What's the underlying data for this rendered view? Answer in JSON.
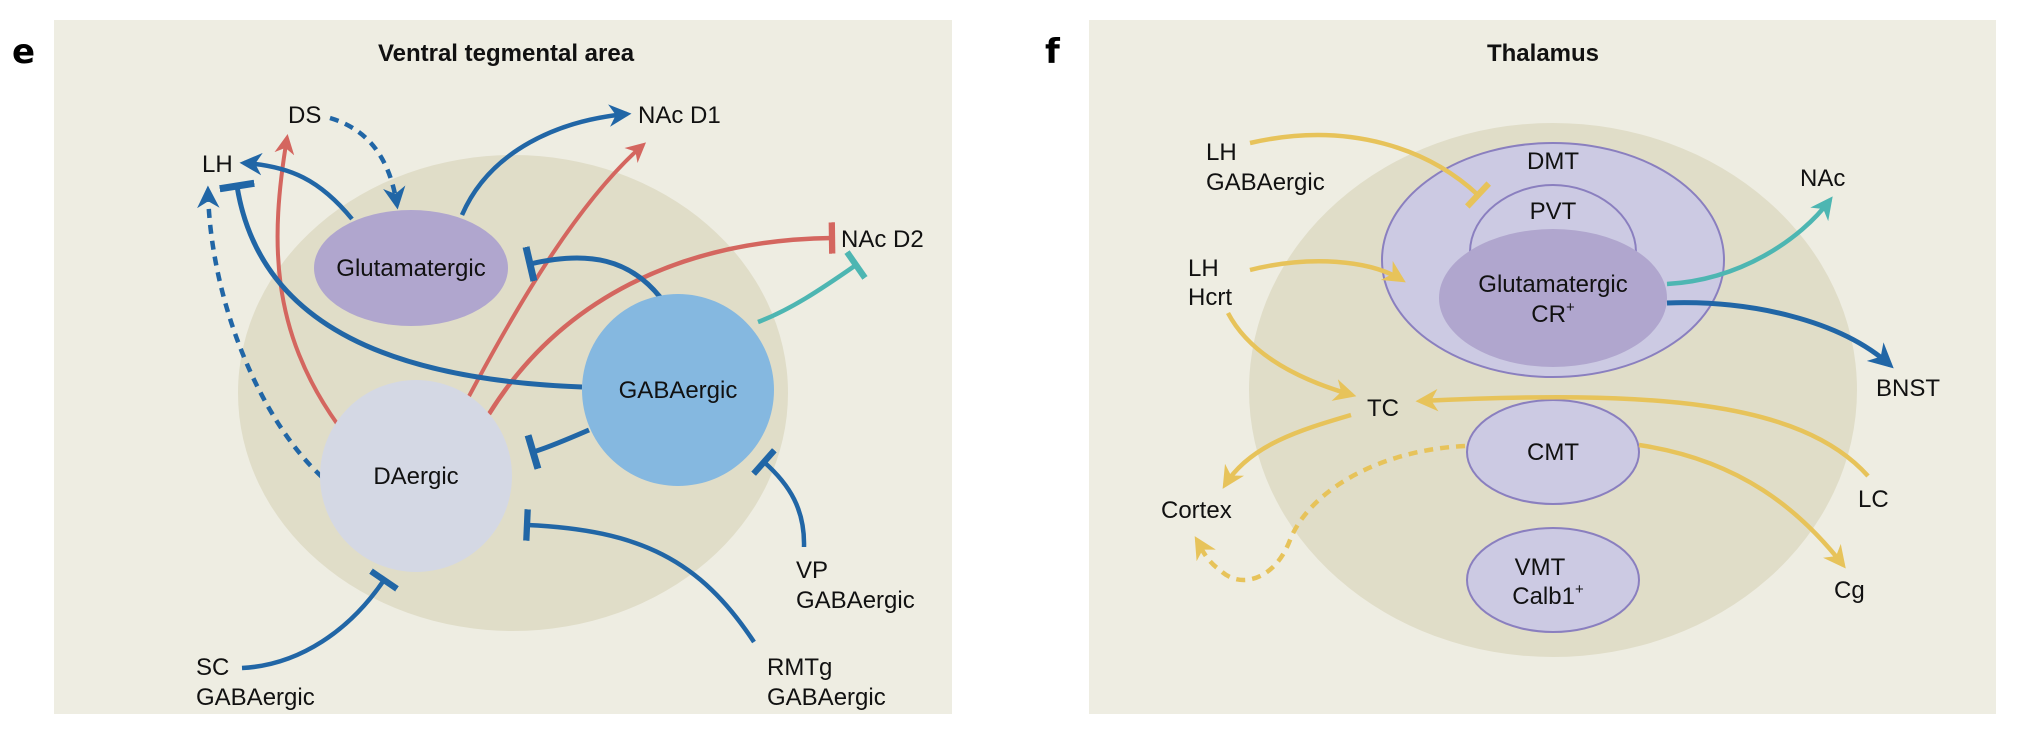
{
  "colors": {
    "panel_bg": "#EEEDE2",
    "region_bg": "#E0DDC8",
    "blue": "#2166A6",
    "red": "#D4665F",
    "teal": "#4DB6B2",
    "yellow": "#E7C35A",
    "glutamatergic_fill": "#B0A6CE",
    "daergic_fill": "#D4D8E4",
    "gabaergic_fill": "#85B8E0",
    "thalamic_nucleus_fill": "#CCCAE3",
    "thalamic_nucleus_stroke": "#8A7FBF"
  },
  "legend_semantics": {
    "arrowhead": "excitatory / projection",
    "t_bar": "inhibitory",
    "dashed": "indirect / weak projection"
  },
  "panel_e": {
    "letter": "e",
    "title": "Ventral tegmental area",
    "nodes": {
      "glutamatergic": "Glutamatergic",
      "daergic": "DAergic",
      "gabaergic": "GABAergic"
    },
    "targets": {
      "ds": "DS",
      "lh": "LH",
      "nac_d1": "NAc D1",
      "nac_d2": "NAc D2",
      "vp_line1": "VP",
      "vp_line2": "GABAergic",
      "sc_line1": "SC",
      "sc_line2": "GABAergic",
      "rmtg_line1": "RMTg",
      "rmtg_line2": "GABAergic"
    },
    "connections": [
      {
        "from": "Glutamatergic",
        "to": "LH",
        "color": "blue",
        "type": "arrow"
      },
      {
        "from": "Glutamatergic",
        "to": "NAc D1",
        "color": "blue",
        "type": "arrow"
      },
      {
        "from": "DS",
        "to": "Glutamatergic",
        "color": "blue",
        "type": "arrow",
        "dashed": true
      },
      {
        "from": "DAergic",
        "to": "DS",
        "color": "red",
        "type": "arrow"
      },
      {
        "from": "DAergic",
        "to": "NAc D1",
        "color": "red",
        "type": "arrow"
      },
      {
        "from": "DAergic",
        "to": "NAc D2",
        "color": "red",
        "type": "inhibit"
      },
      {
        "from": "DAergic",
        "to": "LH",
        "color": "blue",
        "type": "arrow",
        "dashed": true
      },
      {
        "from": "GABAergic",
        "to": "LH",
        "color": "blue",
        "type": "inhibit"
      },
      {
        "from": "GABAergic",
        "to": "Glutamatergic",
        "color": "blue",
        "type": "inhibit"
      },
      {
        "from": "GABAergic",
        "to": "DAergic",
        "color": "blue",
        "type": "inhibit"
      },
      {
        "from": "GABAergic",
        "to": "NAc D2",
        "color": "teal",
        "type": "inhibit"
      },
      {
        "from": "VP GABAergic",
        "to": "GABAergic",
        "color": "blue",
        "type": "inhibit"
      },
      {
        "from": "SC GABAergic",
        "to": "DAergic",
        "color": "blue",
        "type": "inhibit"
      },
      {
        "from": "RMTg GABAergic",
        "to": "DAergic",
        "color": "blue",
        "type": "inhibit"
      }
    ]
  },
  "panel_f": {
    "letter": "f",
    "title": "Thalamus",
    "nodes": {
      "dmt": "DMT",
      "pvt": "PVT",
      "glut_line1": "Glutamatergic",
      "glut_line2": "CR",
      "glut_sup": "+",
      "cmt": "CMT",
      "vmt_line1": "VMT",
      "vmt_line2": "Calb1",
      "vmt_sup": "+"
    },
    "targets": {
      "lh_gaba_line1": "LH",
      "lh_gaba_line2": "GABAergic",
      "lh_hcrt_line1": "LH",
      "lh_hcrt_line2": "Hcrt",
      "nac": "NAc",
      "bnst": "BNST",
      "tc": "TC",
      "cortex": "Cortex",
      "lc": "LC",
      "cg": "Cg"
    },
    "connections": [
      {
        "from": "LH GABAergic",
        "to": "PVT",
        "color": "yellow",
        "type": "inhibit"
      },
      {
        "from": "LH Hcrt",
        "to": "DMT",
        "color": "yellow",
        "type": "arrow"
      },
      {
        "from": "LH Hcrt",
        "to": "TC",
        "color": "yellow",
        "type": "arrow"
      },
      {
        "from": "Glutamatergic CR+",
        "to": "NAc",
        "color": "teal",
        "type": "arrow"
      },
      {
        "from": "Glutamatergic CR+",
        "to": "BNST",
        "color": "blue",
        "type": "arrow"
      },
      {
        "from": "LC",
        "to": "TC",
        "color": "yellow",
        "type": "arrow"
      },
      {
        "from": "TC",
        "to": "Cortex",
        "color": "yellow",
        "type": "arrow"
      },
      {
        "from": "CMT",
        "to": "Cortex",
        "color": "yellow",
        "type": "arrow",
        "dashed": true
      },
      {
        "from": "CMT",
        "to": "Cg",
        "color": "yellow",
        "type": "arrow"
      }
    ]
  }
}
